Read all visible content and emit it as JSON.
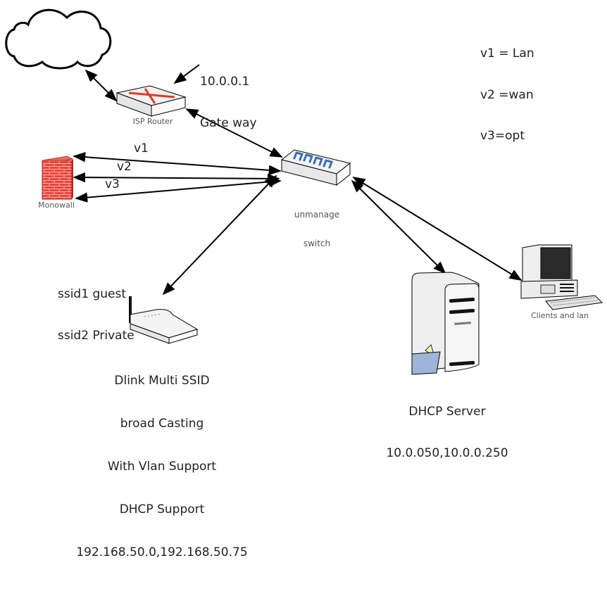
{
  "diagram": {
    "type": "network-topology",
    "legend": {
      "lines": [
        "v1 = Lan",
        "v2 =wan",
        "v3=opt"
      ]
    },
    "nodes": {
      "cloud": {
        "label": "",
        "icon": "cloud-icon"
      },
      "isp_router": {
        "label": "ISP Router",
        "icon": "router-icon",
        "accent_color": "#e03a2a"
      },
      "gateway_note": {
        "lines": [
          "10.0.0.1",
          "Gate way"
        ]
      },
      "monowall": {
        "label": "Monowall",
        "icon": "firewall-brick-icon",
        "accent_color": "#e8453a"
      },
      "switch": {
        "lines": [
          "unmanage",
          "switch"
        ],
        "icon": "switch-icon",
        "accent_color": "#3a6db5"
      },
      "wireless_ap": {
        "icon": "wireless-router-icon",
        "ssid_lines": [
          "ssid1 guest",
          "ssid2 Private"
        ],
        "lines": [
          "Dlink Multi SSID",
          "broad Casting",
          "With Vlan Support",
          "DHCP Support",
          "192.168.50.0,192.168.50.75"
        ]
      },
      "dhcp_server": {
        "icon": "tower-server-icon",
        "lines": [
          "DHCP Server",
          "10.0.050,10.0.0.250"
        ],
        "accent_color": "#9fb4d8"
      },
      "clients": {
        "label": "Clients and lan",
        "icon": "desktop-computer-icon"
      }
    },
    "links": [
      {
        "from": "cloud",
        "to": "isp_router",
        "label": ""
      },
      {
        "from": "isp_router",
        "to": "switch",
        "label": ""
      },
      {
        "from": "monowall",
        "to": "switch",
        "label": "v1"
      },
      {
        "from": "monowall",
        "to": "switch",
        "label": "v2"
      },
      {
        "from": "monowall",
        "to": "switch",
        "label": "v3"
      },
      {
        "from": "switch",
        "to": "wireless_ap",
        "label": ""
      },
      {
        "from": "switch",
        "to": "dhcp_server",
        "label": ""
      },
      {
        "from": "switch",
        "to": "clients",
        "label": ""
      }
    ],
    "line_color": "#000000"
  }
}
